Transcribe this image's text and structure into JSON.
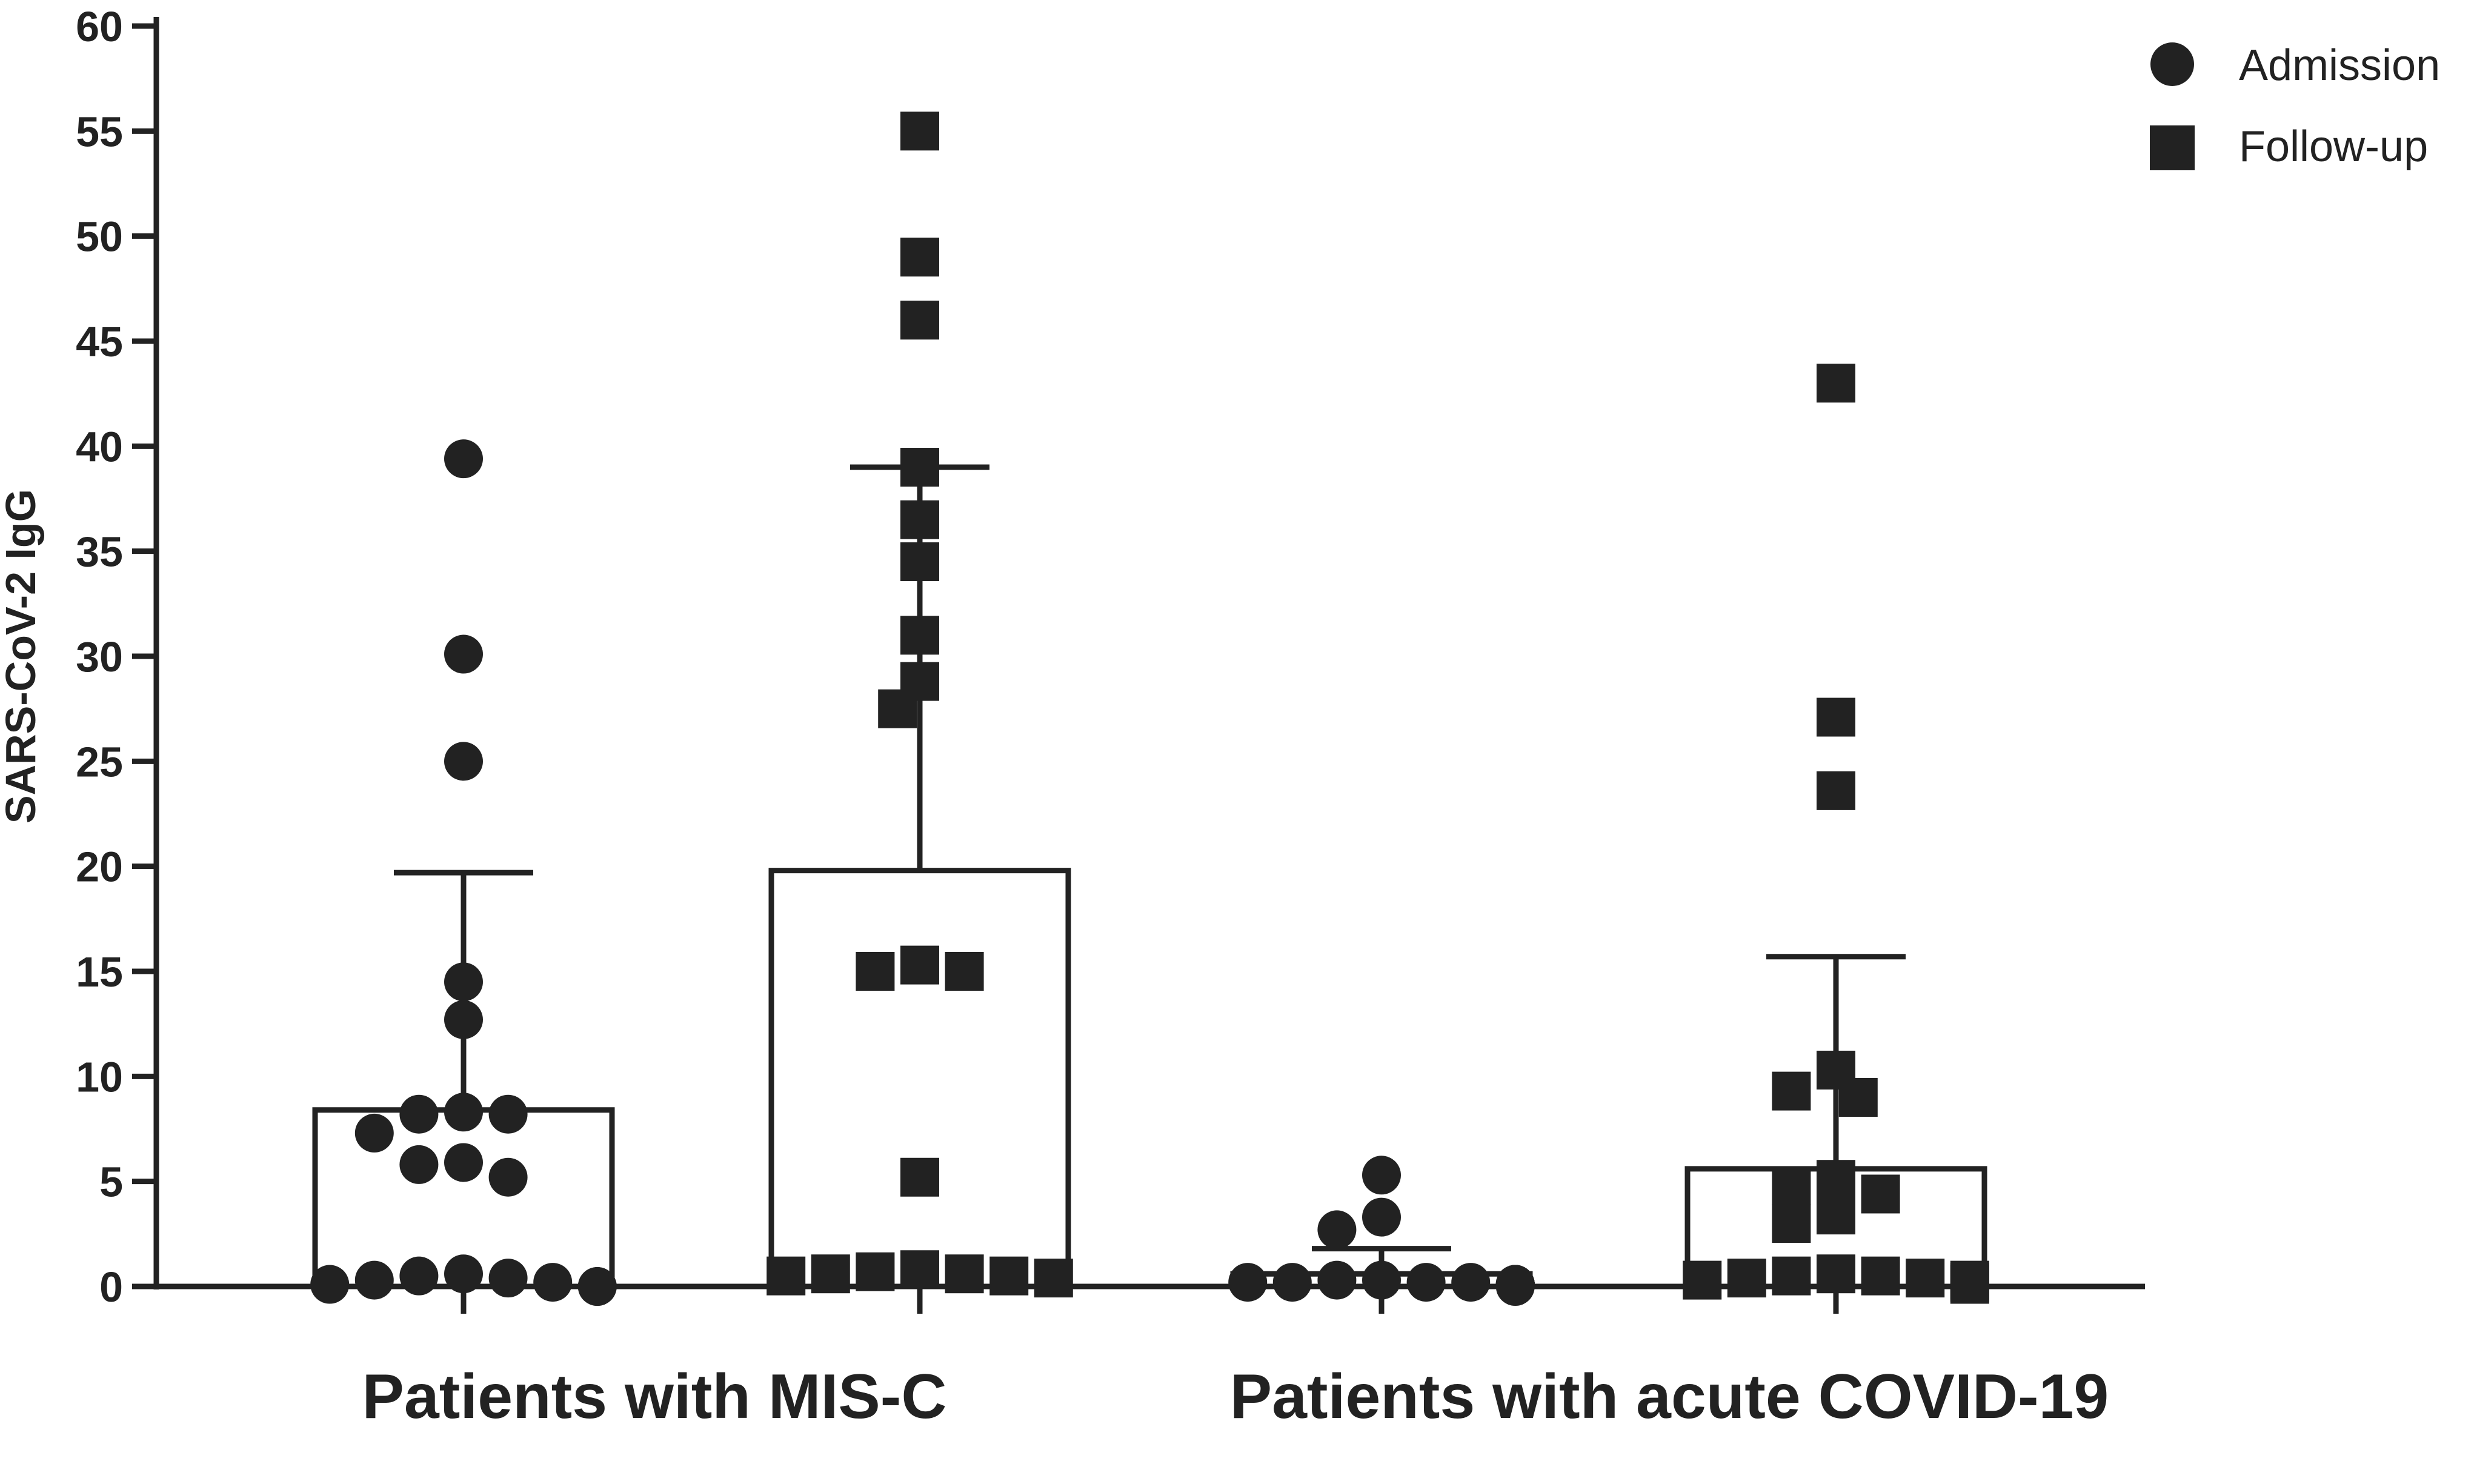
{
  "chart_data": {
    "type": "bar",
    "title": "",
    "ylabel": "SARS-CoV-2 IgG",
    "xlabel": "",
    "ylim": [
      0,
      60
    ],
    "yticks": [
      0,
      5,
      10,
      15,
      20,
      25,
      30,
      35,
      40,
      45,
      50,
      55,
      60
    ],
    "groups": [
      "Patients with MIS-C",
      "Patients with acute COVID-19"
    ],
    "legend": {
      "placement": "top-right"
    },
    "colors": {
      "ink": "#222222",
      "background": "#ffffff"
    },
    "series": [
      {
        "name": "Admission",
        "marker": "circle"
      },
      {
        "name": "Follow-up",
        "marker": "square"
      }
    ],
    "bars": [
      {
        "group": 0,
        "series": 0,
        "mean": 8.4,
        "error_upper": 19.7,
        "points": [
          39.4,
          30.1,
          25.0,
          14.5,
          12.7,
          8.3,
          8.2,
          8.2,
          7.3,
          5.9,
          5.8,
          5.2,
          0.6,
          0.5,
          0.4,
          0.3,
          0.2,
          0.1,
          0.0,
          0.0
        ]
      },
      {
        "group": 0,
        "series": 1,
        "mean": 19.8,
        "error_upper": 39.0,
        "points": [
          55.0,
          49.0,
          46.0,
          39.0,
          36.5,
          34.5,
          31.0,
          28.8,
          27.5,
          15.3,
          15.0,
          15.0,
          5.2,
          0.8,
          0.7,
          0.6,
          0.6,
          0.5,
          0.5,
          0.4
        ]
      },
      {
        "group": 1,
        "series": 0,
        "mean": 0.6,
        "error_upper": 1.8,
        "points": [
          5.3,
          3.3,
          2.7,
          0.3,
          0.3,
          0.2,
          0.2,
          0.2,
          0.2,
          0.1,
          0.1,
          0.1,
          0.1,
          0.1,
          0.1,
          0.1,
          0.1,
          0.1,
          0.1,
          0.0
        ]
      },
      {
        "group": 1,
        "series": 1,
        "mean": 5.6,
        "error_upper": 15.7,
        "points": [
          43.0,
          27.1,
          23.6,
          10.3,
          9.3,
          9.0,
          5.1,
          4.8,
          4.4,
          3.4,
          3.0,
          0.6,
          0.5,
          0.5,
          0.4,
          0.4,
          0.3,
          0.3,
          0.2,
          0.1
        ]
      }
    ]
  }
}
